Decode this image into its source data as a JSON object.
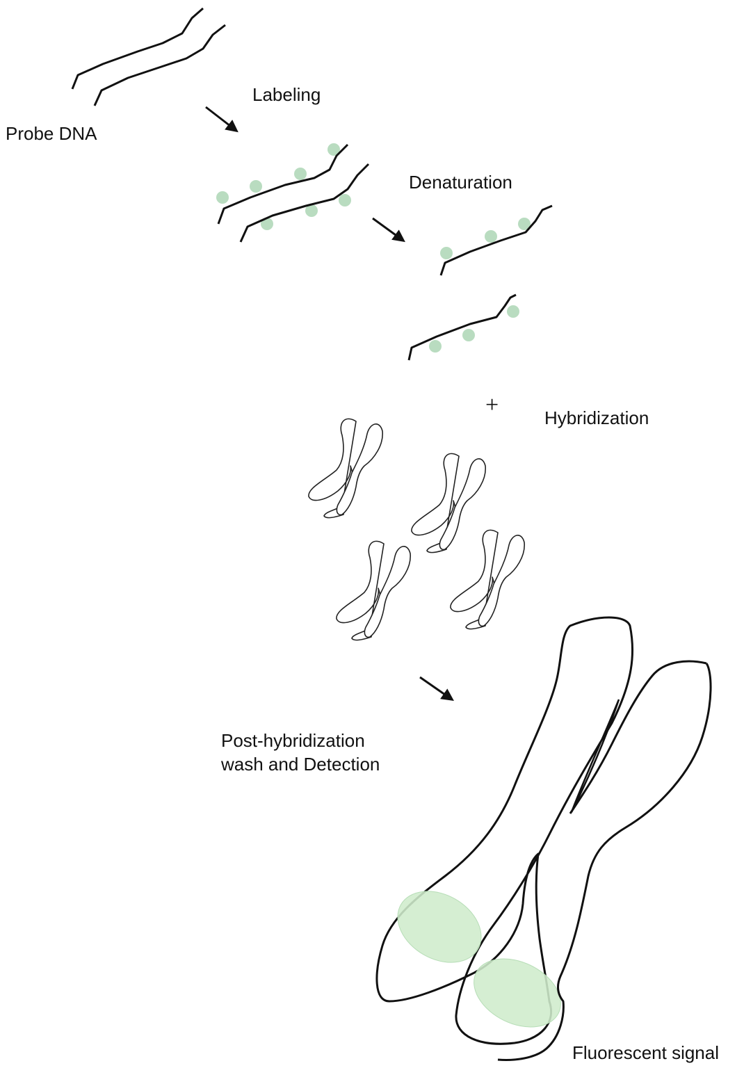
{
  "labels": {
    "probe_dna": "Probe DNA",
    "labeling": "Labeling",
    "denaturation": "Denaturation",
    "hybridization": "Hybridization",
    "post_hybridization_line1": "Post-hybridization",
    "post_hybridization_line2": "wash and Detection",
    "fluorescent_signal": "Fluorescent signal"
  },
  "plus": "+",
  "colors": {
    "strand": "#111111",
    "label_dot": "#b9dcc0",
    "signal": "#cfeccc",
    "signal_edge": "#a9d8ad"
  }
}
